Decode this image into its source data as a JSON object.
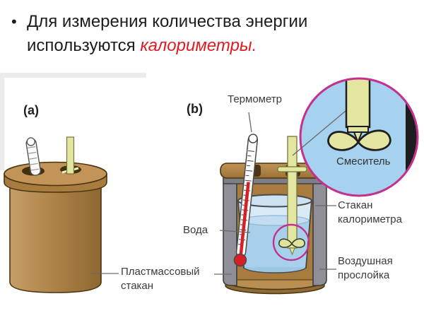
{
  "slide": {
    "bullet": {
      "marker": "•",
      "line1": "Для измерения количества энергии",
      "line2_prefix": "используются ",
      "line2_highlight": "калориметры."
    }
  },
  "diagram": {
    "figure_a_label": "(a)",
    "figure_b_label": "(b)",
    "labels": {
      "thermometer": "Термометр",
      "stirrer": "Смеситель",
      "water": "Вода",
      "plastic_cup_line1": "Пластмассовый",
      "plastic_cup_line2": "стакан",
      "calorimeter_cup_line1": "Стакан",
      "calorimeter_cup_line2": "калориметра",
      "air_gap_line1": "Воздушная",
      "air_gap_line2": "прослойка"
    },
    "colors": {
      "highlight_red": "#e01b22",
      "thermometer_red": "#d61f26",
      "magenta_ring": "#c4308f",
      "water_blue": "#a6d0ec",
      "inset_blue": "#a6d1ef",
      "cup_brown": "#b08449",
      "wall_gray": "#908f97",
      "stirrer_yellow": "#e3e6a0",
      "label_gray": "#3b3b3b"
    }
  }
}
